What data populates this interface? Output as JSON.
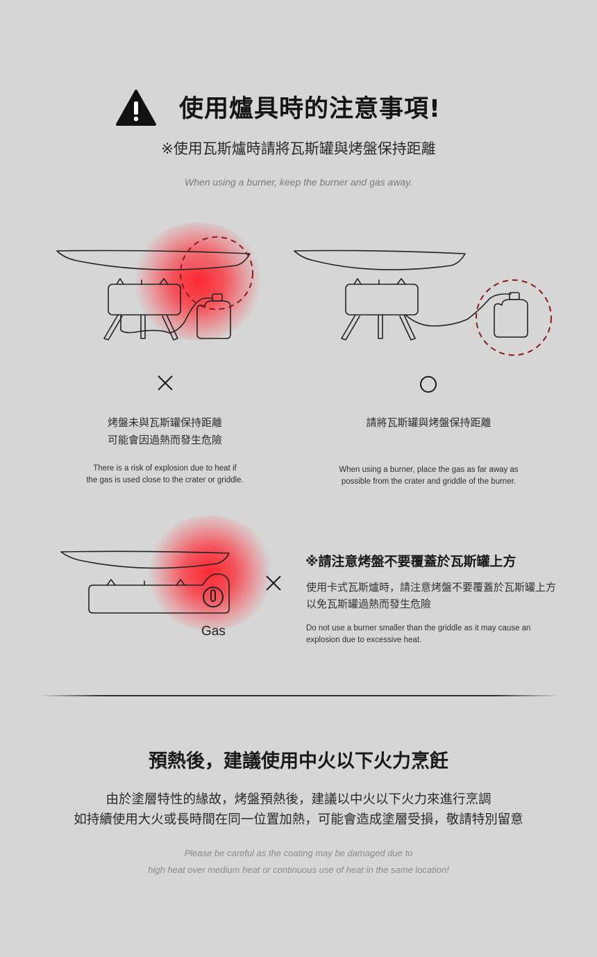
{
  "header": {
    "title": "使用爐具時的注意事項!",
    "subtitle": "※使用瓦斯爐時請將瓦斯罐與烤盤保持距離",
    "en_note": "When using a burner, keep the burner and gas away."
  },
  "icons": {
    "warning": "warning-triangle-icon",
    "wrong": "cross-mark-icon",
    "right": "circle-mark-icon"
  },
  "colors": {
    "background": "#d6d6d6",
    "heat_glow": "#ff2a35",
    "dashed_circle": "#8b1a1a"
  },
  "wrong_case": {
    "zh_line1": "烤盤未與瓦斯罐保持距離",
    "zh_line2": "可能會因過熱而發生危險",
    "en_line1": "There is a risk of explosion due to heat if",
    "en_line2": "the gas is used close to the crater or griddle."
  },
  "right_case": {
    "zh_line1": "請將瓦斯罐與烤盤保持距離",
    "en_line1": "When using a burner, place the gas as far away as",
    "en_line2": "possible from the crater and griddle of the burner."
  },
  "cover_case": {
    "gas_label": "Gas",
    "title": "※請注意烤盤不要覆蓋於瓦斯罐上方",
    "zh_line1": "使用卡式瓦斯爐時，請注意烤盤不要覆蓋於瓦斯罐上方",
    "zh_line2": "以免瓦斯罐過熱而發生危險",
    "en_line1": "Do not use a burner smaller than the griddle as it may cause an",
    "en_line2": "explosion due to excessive heat."
  },
  "preheat": {
    "title": "預熱後，建議使用中火以下火力烹飪",
    "zh_line1": "由於塗層特性的緣故，烤盤預熱後，建議以中火以下火力來進行烹調",
    "zh_line2": "如持續使用大火或長時間在同一位置加熱，可能會造成塗層受損，敬請特別留意",
    "en_line1": "Please be careful as the coating may be damaged due to",
    "en_line2": "high heat over medium heat or continuous use of heat in the same location!"
  }
}
